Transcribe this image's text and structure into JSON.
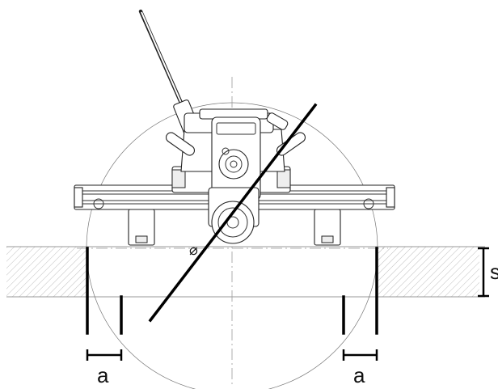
{
  "labels": {
    "diameter_symbol": "⌀",
    "left_gap": "a",
    "right_gap": "a",
    "thickness": "s"
  },
  "colors": {
    "line": "#000000",
    "hatch": "#bdbdbd",
    "background": "#ffffff"
  }
}
